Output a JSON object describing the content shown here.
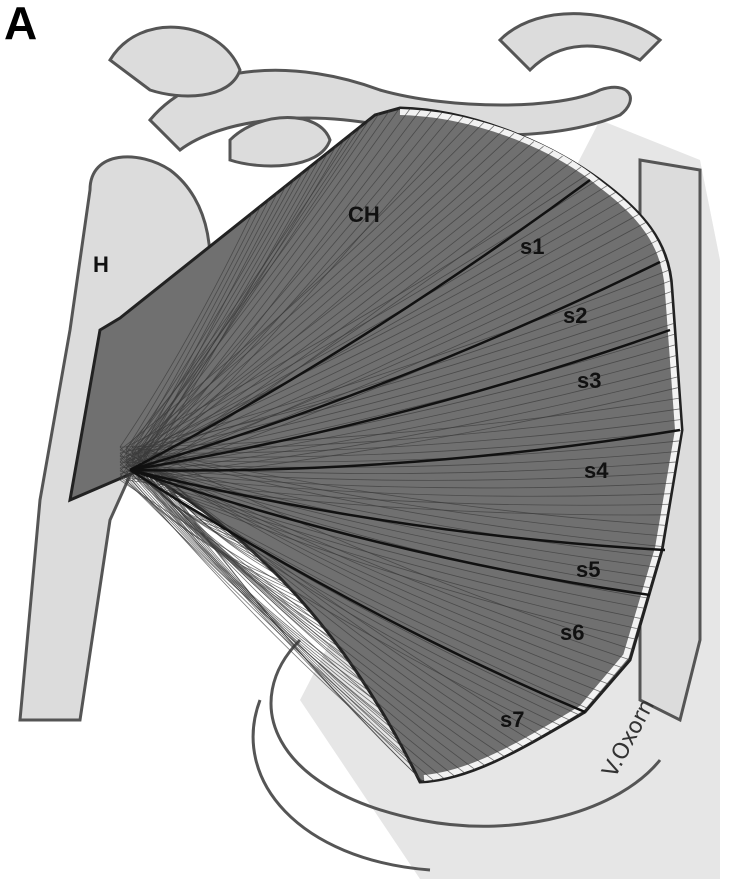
{
  "panel_label": "A",
  "labels": {
    "humerus": "H",
    "clavicular_head": "CH",
    "segments": [
      "s1",
      "s2",
      "s3",
      "s4",
      "s5",
      "s6",
      "s7"
    ]
  },
  "signature": "V.Oxorn",
  "colors": {
    "bone": "#d9d9d9",
    "bone_outline": "#555555",
    "muscle": "#6e6e6e",
    "striation": "#3a3a3a"
  }
}
